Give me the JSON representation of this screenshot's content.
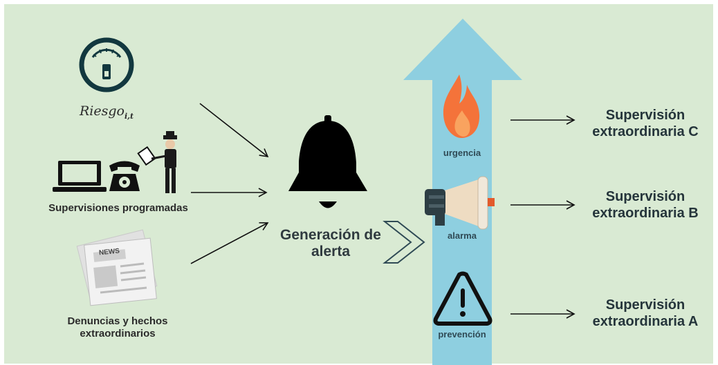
{
  "inputs": {
    "riesgo_main": "Riesgo",
    "riesgo_sub": "i,t",
    "scheduled": "Supervisiones programadas",
    "complaints_line1": "Denuncias y hechos",
    "complaints_line2": "extraordinarios",
    "news_label": "NEWS"
  },
  "center": {
    "line1": "Generación de",
    "line2": "alerta"
  },
  "levels": {
    "urgency": "urgencia",
    "alarm": "alarma",
    "prevention": "prevención"
  },
  "outputs": {
    "c_line1": "Supervisión",
    "c_line2": "extraordinaria C",
    "b_line1": "Supervisión",
    "b_line2": "extraordinaria B",
    "a_line1": "Supervisión",
    "a_line2": "extraordinaria A"
  },
  "colors": {
    "background": "#d9ead3",
    "arrow": "#8ecfe0",
    "flame": "#f4733a",
    "dark": "#1a1a1a",
    "gauge": "#12383f"
  }
}
